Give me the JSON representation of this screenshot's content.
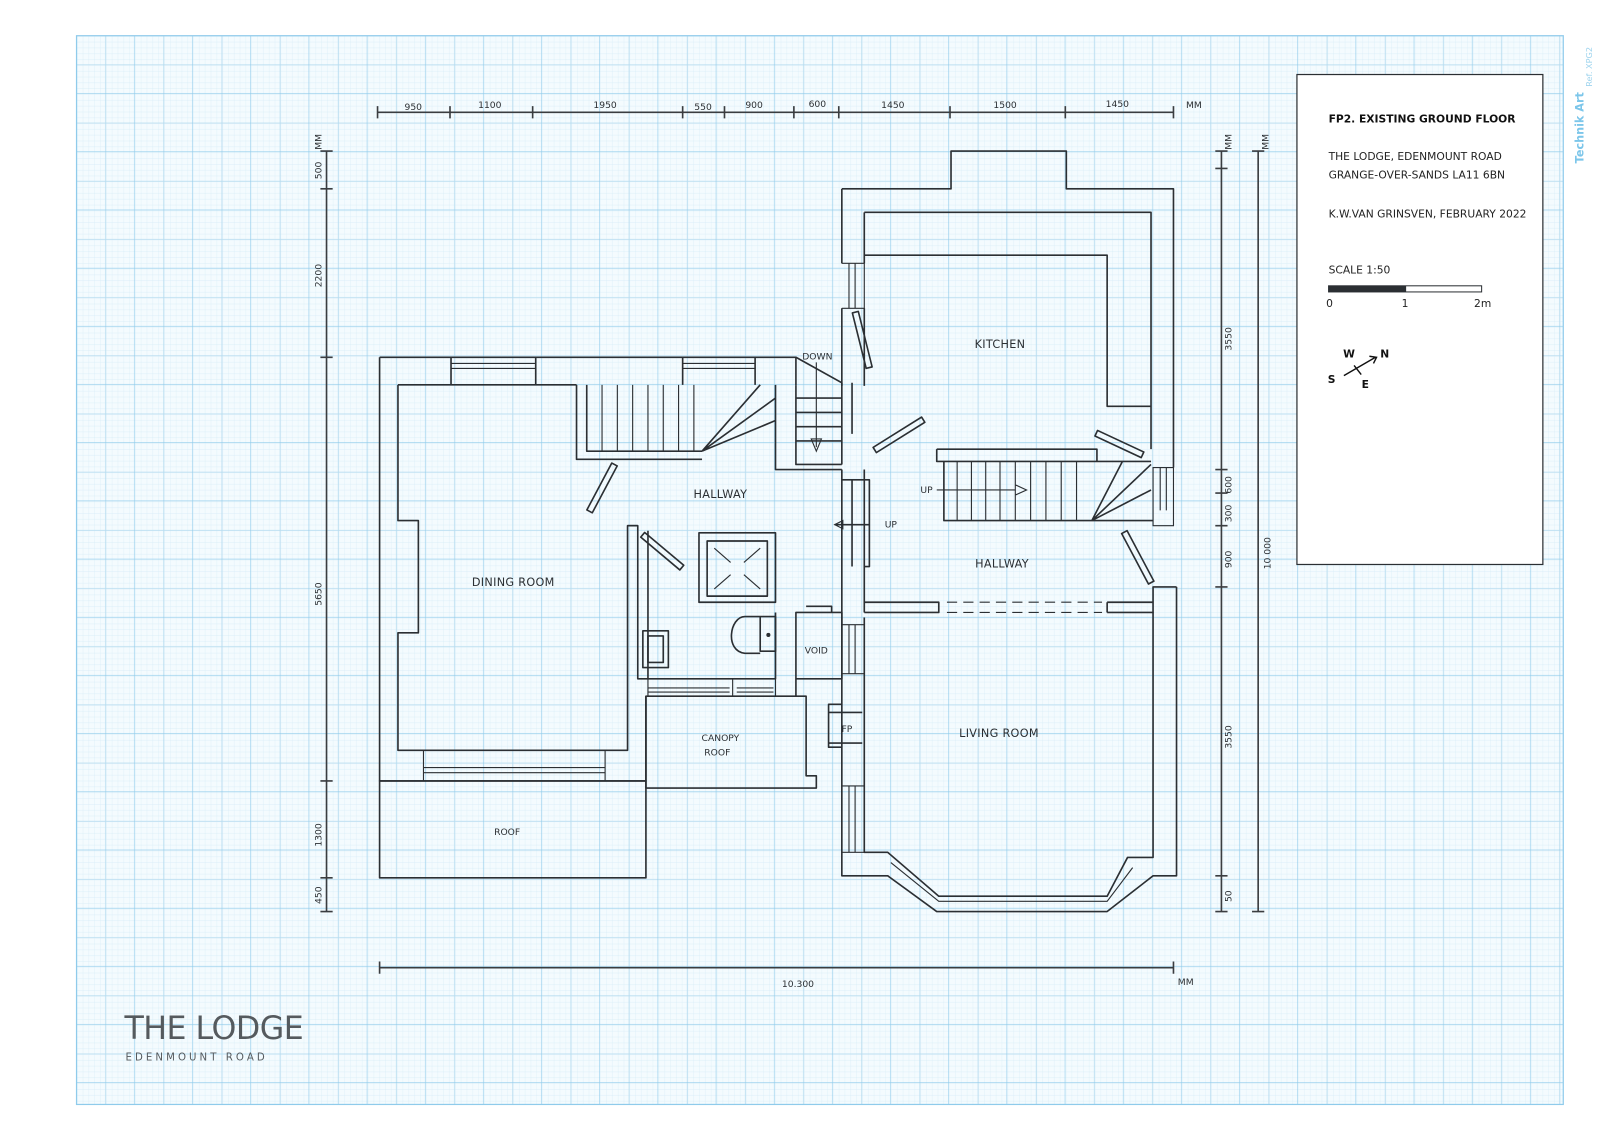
{
  "title_block": {
    "title": "FP2. EXISTING GROUND FLOOR",
    "address_line1": "THE LODGE, EDENMOUNT ROAD",
    "address_line2": "GRANGE-OVER-SANDS LA11 6BN",
    "author_date": "K.W.VAN GRINSVEN, FEBRUARY 2022",
    "scale": "SCALE 1:50",
    "scale_bar_labels": [
      "0",
      "1",
      "2m"
    ],
    "compass": {
      "n": "N",
      "s": "S",
      "e": "E",
      "w": "W"
    }
  },
  "rooms": {
    "kitchen": "KITCHEN",
    "hallway_left": "HALLWAY",
    "hallway_right": "HALLWAY",
    "dining_room": "DINING ROOM",
    "living_room": "LIVING ROOM",
    "canopy_roof_1": "CANOPY",
    "canopy_roof_2": "ROOF",
    "roof": "ROOF",
    "void": "VOID",
    "fireplace": "FP",
    "stair_down": "DOWN",
    "stair_up_1": "UP",
    "stair_up_2": "UP"
  },
  "dimensions": {
    "unit": "MM",
    "top": [
      "950",
      "1100",
      "1950",
      "550",
      "900",
      "600",
      "1450",
      "1500",
      "1450"
    ],
    "left": [
      "500",
      "2200",
      "5650",
      "1300",
      "450"
    ],
    "right": [
      "3550",
      "600",
      "300",
      "900",
      "3550",
      "50"
    ],
    "right_total": "10 000",
    "bottom_total": "10.300"
  },
  "logo": {
    "name": "THE LODGE",
    "subtitle": "EDENMOUNT ROAD"
  },
  "watermark": {
    "brand": "Technik Art",
    "ref": "Ref. XPG2"
  },
  "colors": {
    "grid_minor": "#cfe8f5",
    "grid_major": "#8fcbeb",
    "ink": "#2b2f33",
    "watermark": "#7cc6ea"
  }
}
